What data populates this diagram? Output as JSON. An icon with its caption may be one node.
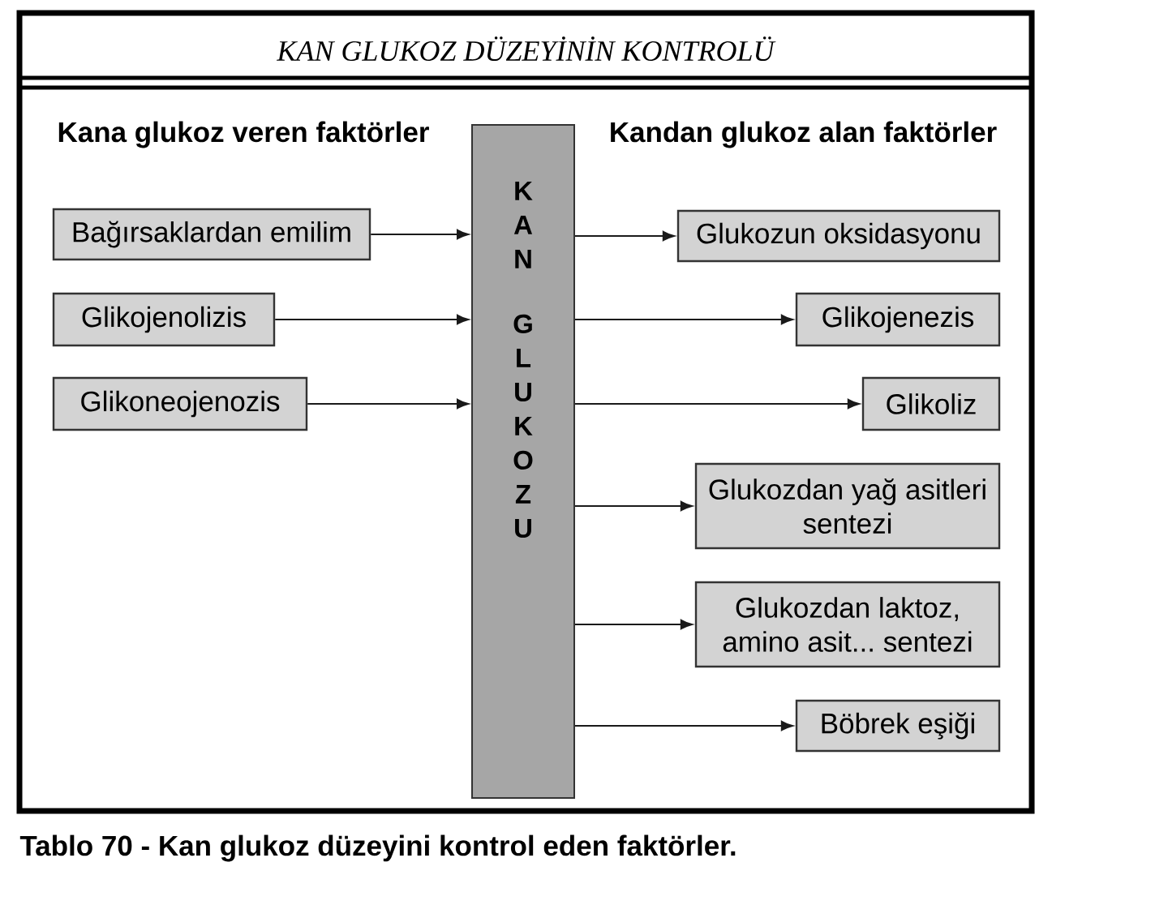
{
  "diagram": {
    "title": "KAN GLUKOZ DÜZEYİNİN KONTROLÜ",
    "caption": "Tablo 70 - Kan glukoz düzeyini kontrol eden faktörler.",
    "nodes": [
      {
        "text": [
          "Bağırsaklardan emilim"
        ]
      },
      {
        "text": [
          "Glikojenolizis"
        ]
      },
      {
        "text": [
          "Glikoneojenozis"
        ]
      },
      {
        "text": [
          "K A N",
          "G L U K O Z U"
        ]
      },
      {
        "text": [
          "Glukozun oksidasyonu"
        ]
      },
      {
        "text": [
          "Glikojenezis"
        ]
      },
      {
        "text": [
          "Glikoliz"
        ]
      },
      {
        "text": [
          "Glukozdan yağ asitleri sentezi"
        ]
      },
      {
        "text": [
          "Glukozdan laktoz, amino asit... sentezi"
        ]
      },
      {
        "text": [
          "Böbrek eşiği"
        ]
      }
    ],
    "edges": [
      {
        "from": 0,
        "to": 3,
        "arrow": "to"
      },
      {
        "from": 1,
        "to": 3,
        "arrow": "to"
      },
      {
        "from": 2,
        "to": 3,
        "arrow": "to"
      },
      {
        "from": 3,
        "to": 4,
        "arrow": "to"
      },
      {
        "from": 3,
        "to": 5,
        "arrow": "to"
      },
      {
        "from": 3,
        "to": 6,
        "arrow": "to"
      },
      {
        "from": 3,
        "to": 7,
        "arrow": "to"
      },
      {
        "from": 3,
        "to": 8,
        "arrow": "to"
      },
      {
        "from": 3,
        "to": 9,
        "arrow": "to"
      }
    ],
    "labels": [
      "Kana glukoz veren faktörler",
      "Kandan glukoz alan faktörler"
    ]
  }
}
